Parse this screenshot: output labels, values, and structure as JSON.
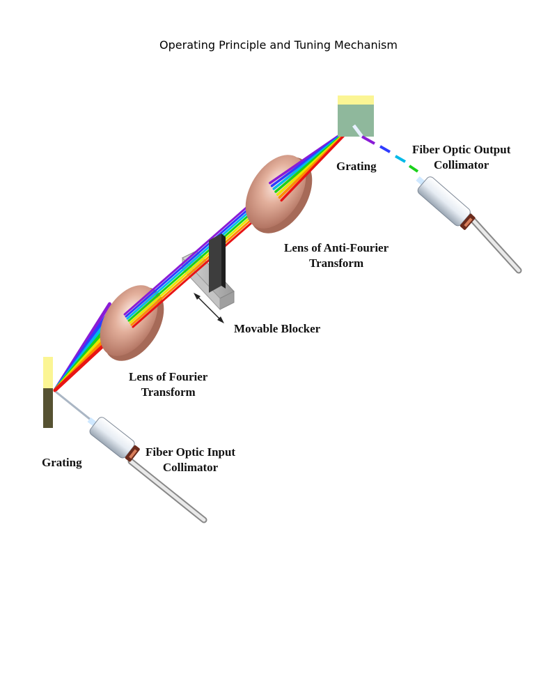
{
  "title": "Operating Principle and Tuning Mechanism",
  "labels": {
    "grating_output": "Grating",
    "fiber_output_line1": "Fiber Optic Output",
    "fiber_output_line2": "Collimator",
    "anti_fourier_line1": "Lens of Anti-Fourier",
    "anti_fourier_line2": "Transform",
    "movable_blocker": "Movable Blocker",
    "fourier_line1": "Lens of Fourier",
    "fourier_line2": "Transform",
    "grating_input": "Grating",
    "fiber_input_line1": "Fiber Optic Input",
    "fiber_input_line2": "Collimator"
  },
  "colors": {
    "spectrum": [
      "#8a1bd6",
      "#2f3cff",
      "#00b9e8",
      "#1bd11b",
      "#e6e600",
      "#ff8c00",
      "#e81414"
    ],
    "lens": "#d9a08a",
    "grating_top": "#fbf594",
    "grating_bottom": "#565232",
    "grating_output_fill": "#8fb89c"
  }
}
